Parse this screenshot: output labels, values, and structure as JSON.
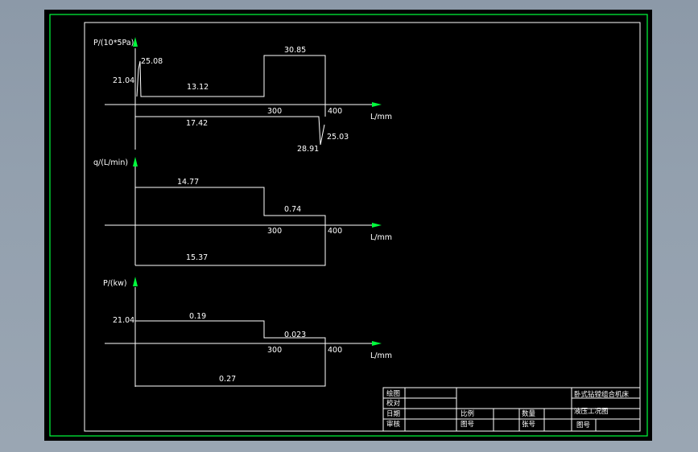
{
  "colors": {
    "background": "#000000",
    "line": "#ffffff",
    "border": "#00ff3c",
    "arrow": "#00ff3c",
    "desktop": "#919eac"
  },
  "icons": {
    "axis_arrow": "green-triangle-arrow-icon"
  },
  "chart_p": {
    "y_label": "P/(10*5Pa)",
    "x_label": "L/mm",
    "left_peak": "25.08",
    "left_level": "21.04",
    "work_value": "13.12",
    "high_value": "30.85",
    "x_tick_1": "300",
    "x_tick_2": "400",
    "return_value": "17.42",
    "return_peak": "28.91",
    "return_end": "25.03"
  },
  "chart_q": {
    "y_label": "q/(L/min)",
    "x_label": "L/mm",
    "work_value": "14.77",
    "fast_value": "0.74",
    "x_tick_1": "300",
    "x_tick_2": "400",
    "return_value": "15.37"
  },
  "chart_power": {
    "y_label": "P/(kw)",
    "x_label": "L/mm",
    "left_level": "21.04",
    "work_value": "0.19",
    "fast_value": "0.023",
    "x_tick_1": "300",
    "x_tick_2": "400",
    "return_value": "0.27"
  },
  "title_block": {
    "row1_label": "绘图",
    "row2_label": "校对",
    "row3_label": "日期",
    "row4_label": "审核",
    "scale_label": "比例",
    "quantity_label": "数量",
    "material_label": "图号",
    "sheet_label": "张号",
    "title_line1": "卧式钻镗组合机床",
    "title_line2": "液压工况图",
    "drawing_no_label": "图号"
  }
}
